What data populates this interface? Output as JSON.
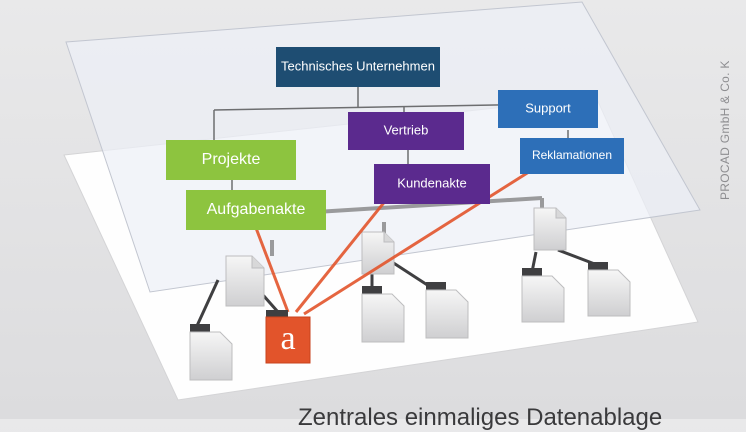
{
  "diagram": {
    "nodes": {
      "root": "Technisches Unternehmen",
      "projekte": "Projekte",
      "aufgabenakte": "Aufgabenakte",
      "vertrieb": "Vertrieb",
      "kundenakte": "Kundenakte",
      "support": "Support",
      "reklamationen": "Reklamationen"
    },
    "archive_icon_letter": "a"
  },
  "watermark": "PROCAD GmbH & Co. K",
  "caption": "Zentrales einmaliges Datenablage",
  "colors": {
    "navy": "#1e4d72",
    "green": "#8dc43f",
    "purple": "#5b2a8e",
    "blue": "#2d6fb8",
    "orange": "#e2542b",
    "connector": "#6d6e70"
  }
}
